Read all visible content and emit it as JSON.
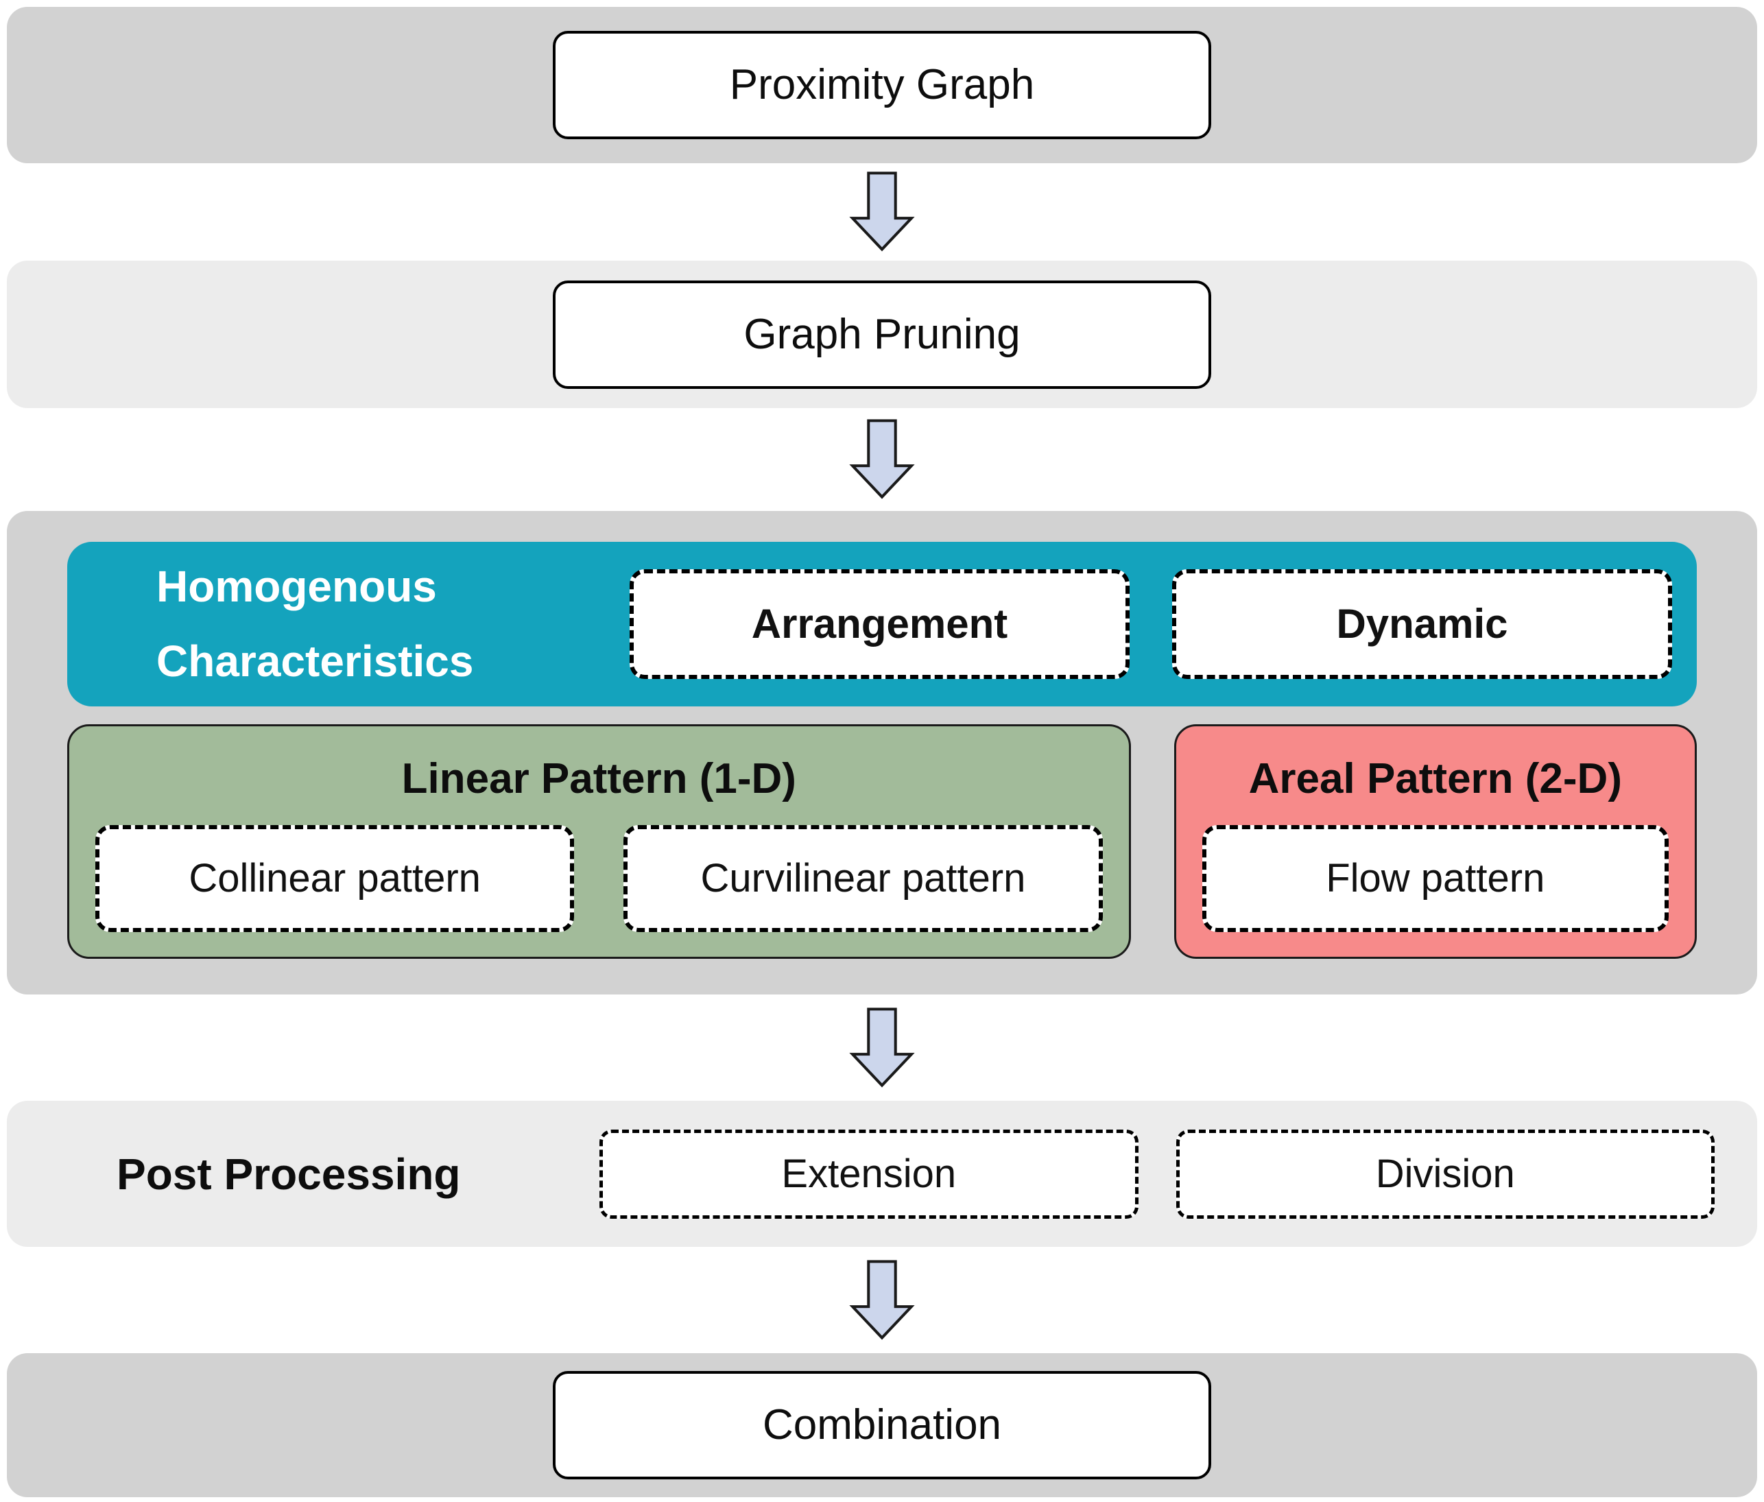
{
  "flow": {
    "proximity_label": "Proximity Graph",
    "pruning_label": "Graph Pruning",
    "combination_label": "Combination"
  },
  "homogenous": {
    "title_line1": "Homogenous",
    "title_line2": "Characteristics",
    "arrangement_label": "Arrangement",
    "dynamic_label": "Dynamic"
  },
  "linear": {
    "title": "Linear Pattern (1-D)",
    "collinear_label": "Collinear pattern",
    "curvilinear_label": "Curvilinear pattern"
  },
  "areal": {
    "title": "Areal Pattern (2-D)",
    "flow_label": "Flow pattern"
  },
  "post": {
    "title": "Post Processing",
    "extension_label": "Extension",
    "division_label": "Division"
  },
  "colors": {
    "band_dark": "#d2d2d2",
    "band_light": "#ececec",
    "teal": "#14a3bd",
    "green": "#a2bb9a",
    "red": "#f78a8a",
    "arrow_fill": "#ccd6ec",
    "ink": "#111111"
  }
}
